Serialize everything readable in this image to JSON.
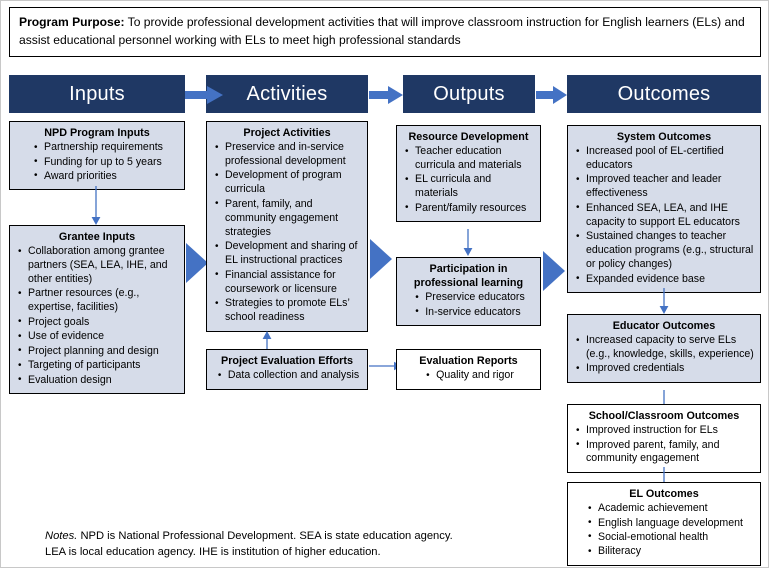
{
  "purpose": {
    "label": "Program Purpose:",
    "text": " To provide professional development activities that will improve classroom instruction for English learners (ELs) and assist educational personnel working with ELs to meet high professional standards"
  },
  "colors": {
    "header_bar": "#1F3864",
    "arrow_blue": "#4472C4",
    "box_fill": "#D6DCE9",
    "box_border": "#000000",
    "connector": "#4472C4"
  },
  "headers": [
    {
      "label": "Inputs"
    },
    {
      "label": "Activities"
    },
    {
      "label": "Outputs"
    },
    {
      "label": "Outcomes"
    }
  ],
  "nodes": {
    "npd_program_inputs": {
      "title": "NPD Program Inputs",
      "items": [
        "Partnership requirements",
        "Funding for up to 5 years",
        "Award priorities"
      ]
    },
    "grantee_inputs": {
      "title": "Grantee Inputs",
      "items": [
        "Collaboration among grantee partners (SEA, LEA, IHE, and other entities)",
        "Partner resources (e.g., expertise, facilities)",
        "Project goals",
        "Use of evidence",
        "Project planning and design",
        "Targeting of participants",
        "Evaluation design"
      ]
    },
    "project_activities": {
      "title": "Project Activities",
      "items": [
        "Preservice and in-service professional development",
        "Development of program curricula",
        "Parent, family, and community engagement strategies",
        "Development and sharing of EL instructional practices",
        "Financial assistance for coursework or licensure",
        "Strategies to promote ELs’ school readiness"
      ]
    },
    "project_evaluation_efforts": {
      "title": "Project Evaluation Efforts",
      "items": [
        "Data collection and analysis"
      ]
    },
    "resource_development": {
      "title": "Resource Development",
      "items": [
        "Teacher education curricula and materials",
        "EL curricula and materials",
        "Parent/family resources"
      ]
    },
    "participation_professional_learning": {
      "title": "Participation in professional learning",
      "items": [
        "Preservice educators",
        "In-service educators"
      ]
    },
    "evaluation_reports": {
      "title": "Evaluation Reports",
      "items": [
        "Quality and rigor"
      ]
    },
    "system_outcomes": {
      "title": "System Outcomes",
      "items": [
        "Increased pool of EL-certified educators",
        "Improved teacher and leader effectiveness",
        "Enhanced SEA, LEA, and IHE capacity to support EL educators",
        "Sustained changes to teacher education programs (e.g., structural or policy changes)",
        "Expanded evidence base"
      ]
    },
    "educator_outcomes": {
      "title": "Educator Outcomes",
      "items": [
        "Increased capacity to serve ELs (e.g., knowledge, skills, experience)",
        "Improved credentials"
      ]
    },
    "school_classroom_outcomes": {
      "title": "School/Classroom Outcomes",
      "items": [
        "Improved instruction for ELs",
        "Improved parent, family, and community engagement"
      ]
    },
    "el_outcomes": {
      "title": "EL Outcomes",
      "items": [
        "Academic achievement",
        "English language development",
        "Social-emotional health",
        "Biliteracy"
      ]
    }
  },
  "notes": {
    "label": "Notes.",
    "text": " NPD is National Professional Development. SEA is state education agency. LEA is local education agency. IHE is institution of higher education."
  }
}
